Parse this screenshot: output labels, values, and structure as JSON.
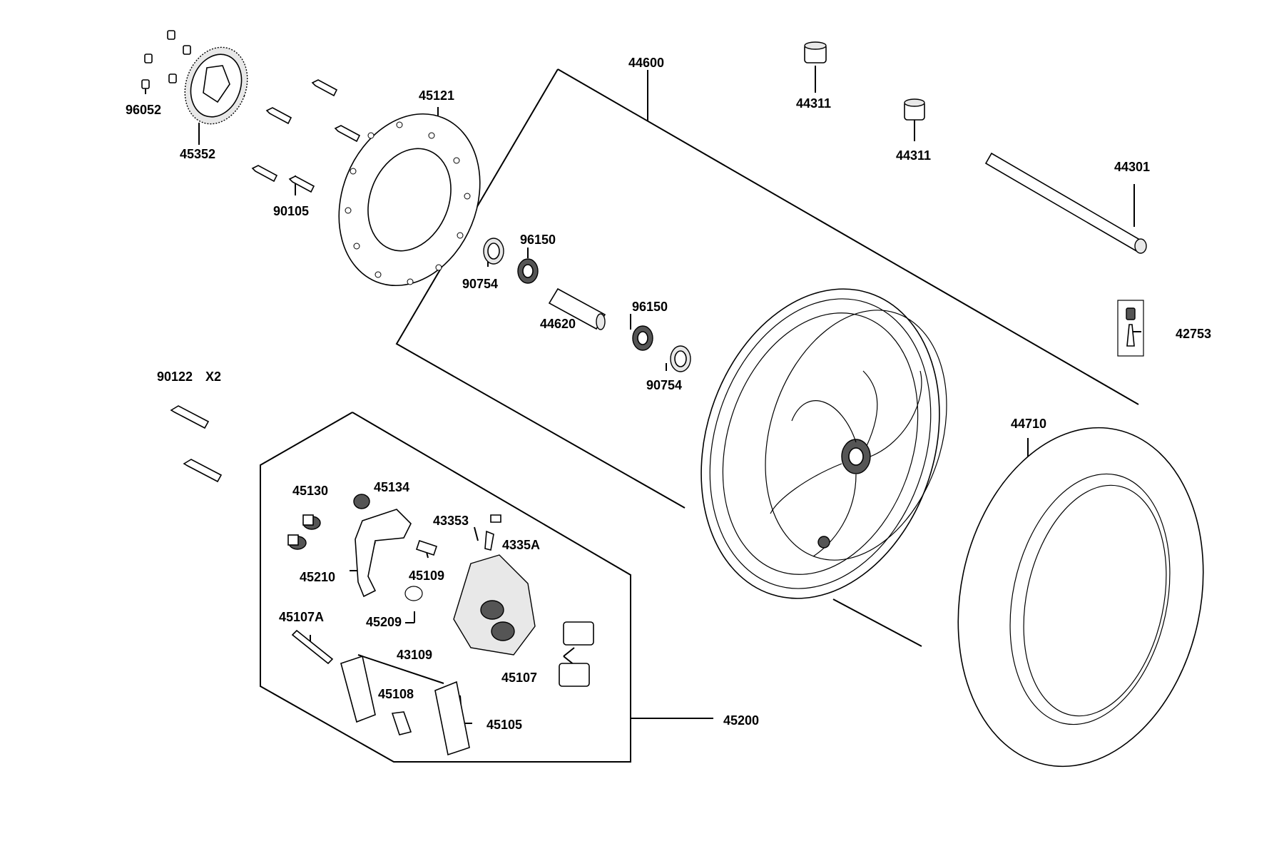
{
  "labels": {
    "p96052": "96052",
    "p45352": "45352",
    "p90105": "90105",
    "p45121": "45121",
    "p44600": "44600",
    "p96150a": "96150",
    "p90754a": "90754",
    "p44620": "44620",
    "p96150b": "96150",
    "p90754b": "90754",
    "p44311a": "44311",
    "p44311b": "44311",
    "p44301": "44301",
    "p42753": "42753",
    "p44710": "44710",
    "p90122": "90122",
    "p90122_qty": "X2",
    "p45130": "45130",
    "p45134": "45134",
    "p43353": "43353",
    "p4335A": "4335A",
    "p45210": "45210",
    "p45109": "45109",
    "p45209": "45209",
    "p43109": "43109",
    "p45107A": "45107A",
    "p45107": "45107",
    "p45108": "45108",
    "p45105": "45105",
    "p45200": "45200"
  }
}
